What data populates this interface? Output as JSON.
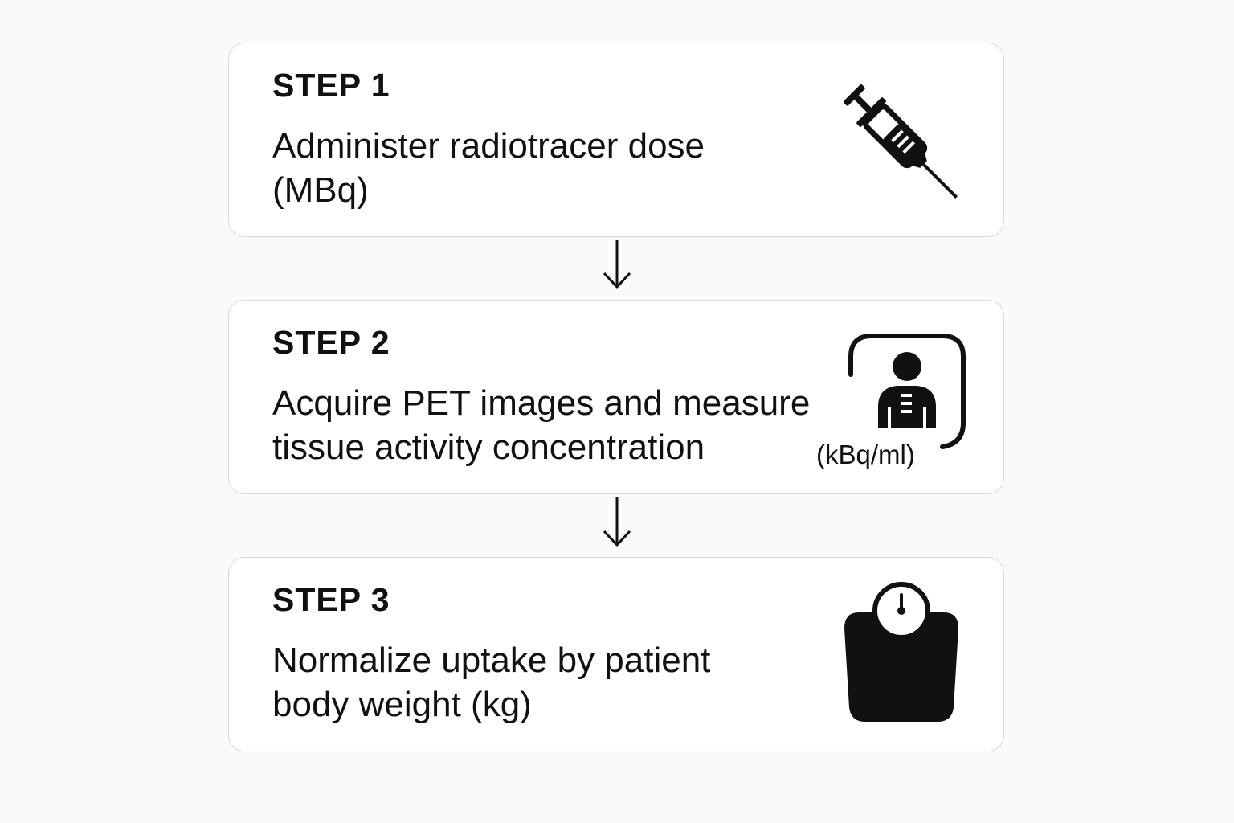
{
  "steps": [
    {
      "label": "STEP 1",
      "text_lines": [
        "Administer radiotracer dose",
        "(MBq)"
      ],
      "icon": "syringe-icon"
    },
    {
      "label": "STEP 2",
      "text_lines": [
        "Acquire PET images and measure",
        "tissue activity concentration"
      ],
      "icon": "pet-scanner-patient-icon",
      "unit": "(kBq/ml)"
    },
    {
      "label": "STEP 3",
      "text_lines": [
        "Normalize uptake by patient",
        "body weight (kg)"
      ],
      "icon": "weighing-scale-icon"
    }
  ],
  "connectors": [
    "down-arrow-icon",
    "down-arrow-icon"
  ],
  "colors": {
    "background": "#fafafa",
    "card": "#ffffff",
    "card_border": "#d9d9d9",
    "ink": "#111111"
  }
}
